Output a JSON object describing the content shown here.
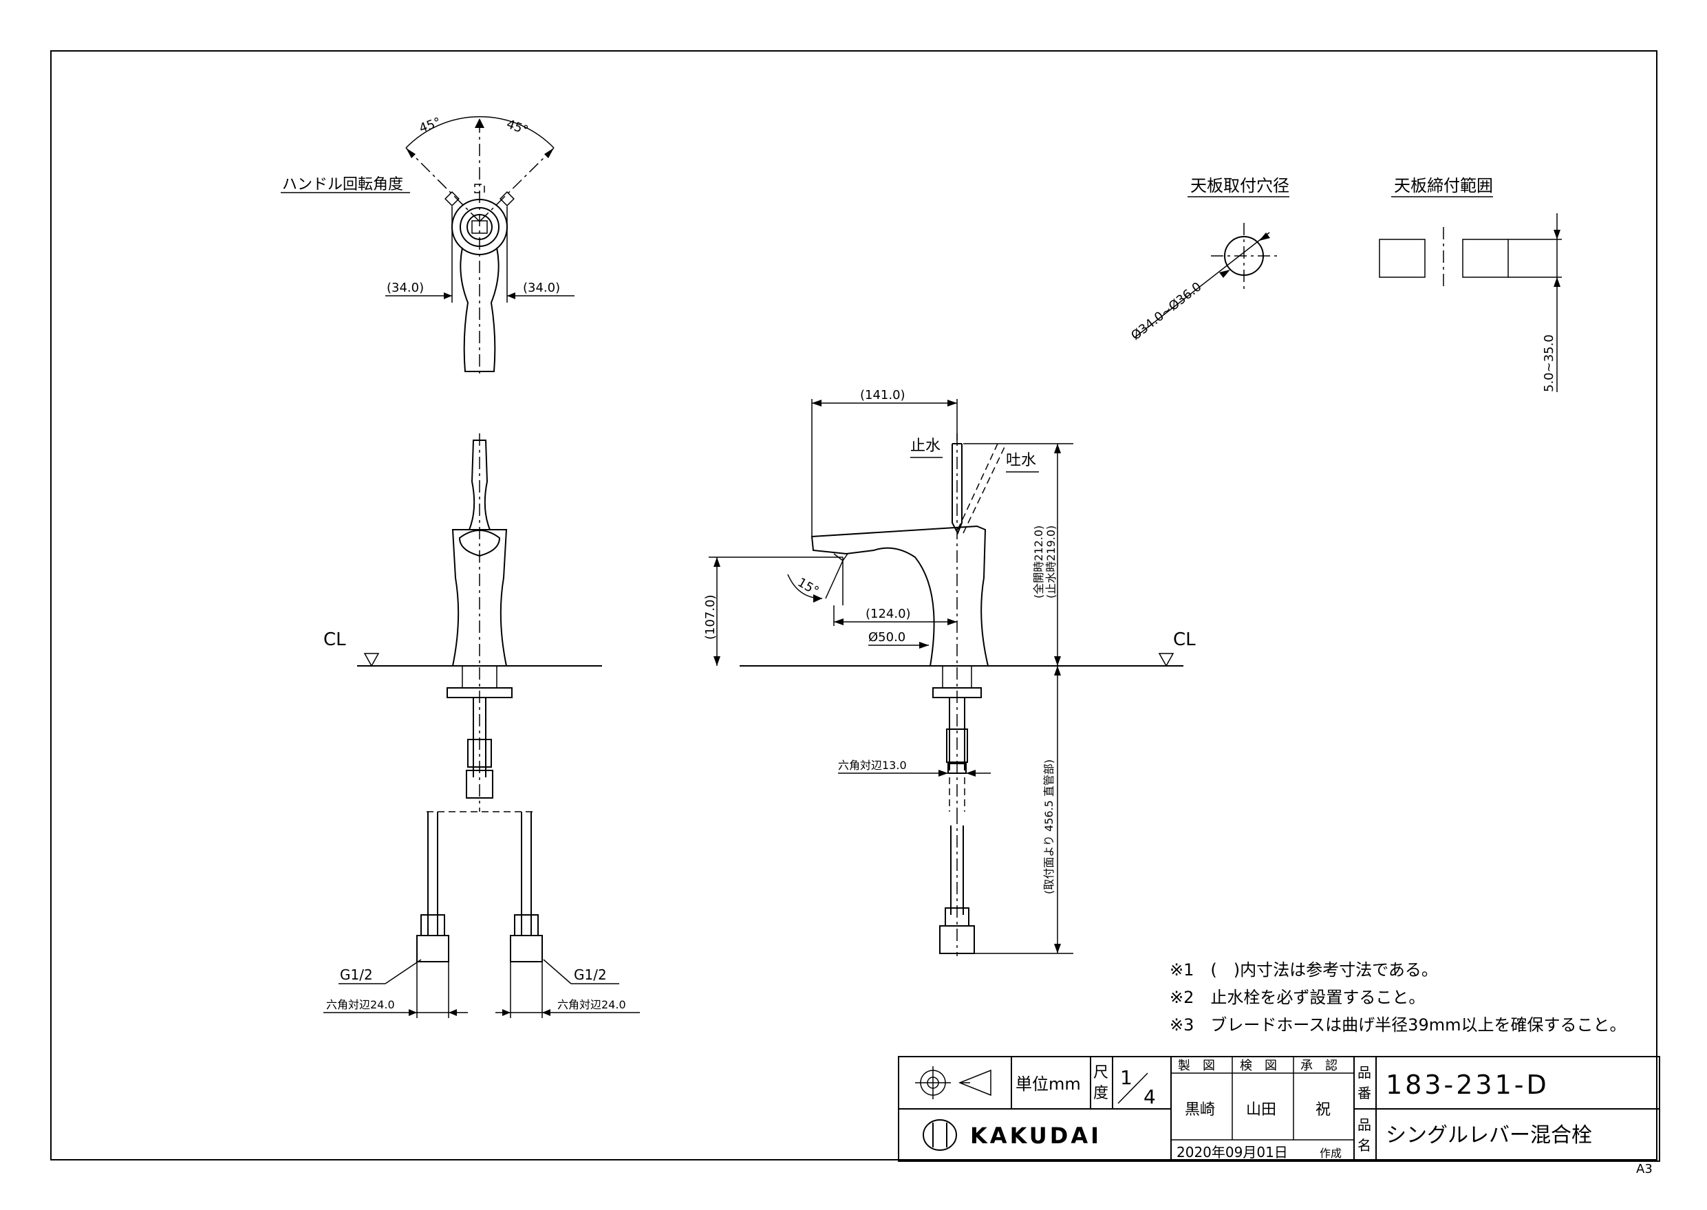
{
  "labels": {
    "handle_rotation": "ハンドル回転角度",
    "angle_left": "45°",
    "angle_right": "45°",
    "dim_34_left": "(34.0)",
    "dim_34_right": "(34.0)",
    "hole_title": "天板取付穴径",
    "hole_dim": "Ø34.0~Ø36.0",
    "clamp_title": "天板締付範囲",
    "clamp_dim": "5.0~35.0",
    "cl_left": "CL",
    "cl_right": "CL",
    "dim_141": "(141.0)",
    "stop_water": "止水",
    "spout_water": "吐水",
    "dim_open": "(全開時212.0)",
    "dim_stop": "(止水時219.0)",
    "dim_107": "(107.0)",
    "angle_15": "15°",
    "dim_124": "(124.0)",
    "dim_50": "Ø50.0",
    "hex_13": "六角対辺13.0",
    "dim_456": "(取付面より 456.5 直管部)",
    "g12_left": "G1/2",
    "g12_right": "G1/2",
    "hex_24_left": "六角対辺24.0",
    "hex_24_right": "六角対辺24.0"
  },
  "notes": [
    "※1　(　)内寸法は参考寸法である。",
    "※2　止水栓を必ず設置すること。",
    "※3　ブレードホースは曲げ半径39mm以上を確保すること。"
  ],
  "title_block": {
    "unit": "単位mm",
    "scale_label_1": "尺",
    "scale_label_2": "度",
    "scale_num": "1",
    "scale_den": "4",
    "made": "製　図",
    "checked": "検　図",
    "approved": "承　認",
    "made_name": "黒崎",
    "checked_name": "山田",
    "approved_name": "祝",
    "part_no_label_1": "品",
    "part_no_label_2": "番",
    "part_no": "183-231-D",
    "part_name_label_1": "品",
    "part_name_label_2": "名",
    "part_name": "シングルレバー混合栓",
    "brand": "KAKUDAI",
    "date": "2020年09月01日",
    "created": "作成"
  },
  "paper_size": "A3"
}
